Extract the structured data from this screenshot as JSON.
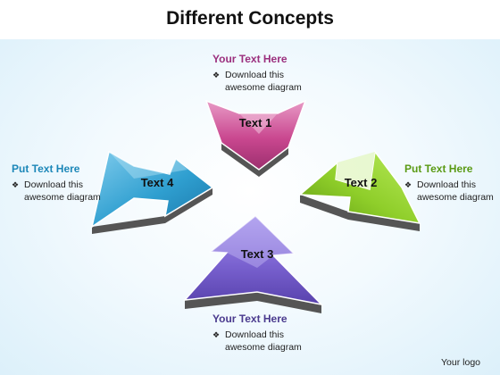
{
  "title": "Different Concepts",
  "arrows": [
    {
      "label": "Text 1",
      "color": "#c9478f"
    },
    {
      "label": "Text 2",
      "color": "#8fce2a"
    },
    {
      "label": "Text 3",
      "color": "#7a62d0"
    },
    {
      "label": "Text 4",
      "color": "#2f9fd0"
    }
  ],
  "callouts": {
    "top": {
      "heading": "Your Text Here",
      "body": "Download this awesome diagram",
      "color": "#9b2f7e"
    },
    "right": {
      "heading": "Put Text Here",
      "body": "Download this awesome diagram",
      "color": "#5a9a14"
    },
    "bottom": {
      "heading": "Your Text Here",
      "body": "Download this awesome diagram",
      "color": "#4a3a8e"
    },
    "left": {
      "heading": "Put Text Here",
      "body": "Download this awesome diagram",
      "color": "#1c87b8"
    }
  },
  "bullet_glyph": "❖",
  "logo": "Your logo"
}
